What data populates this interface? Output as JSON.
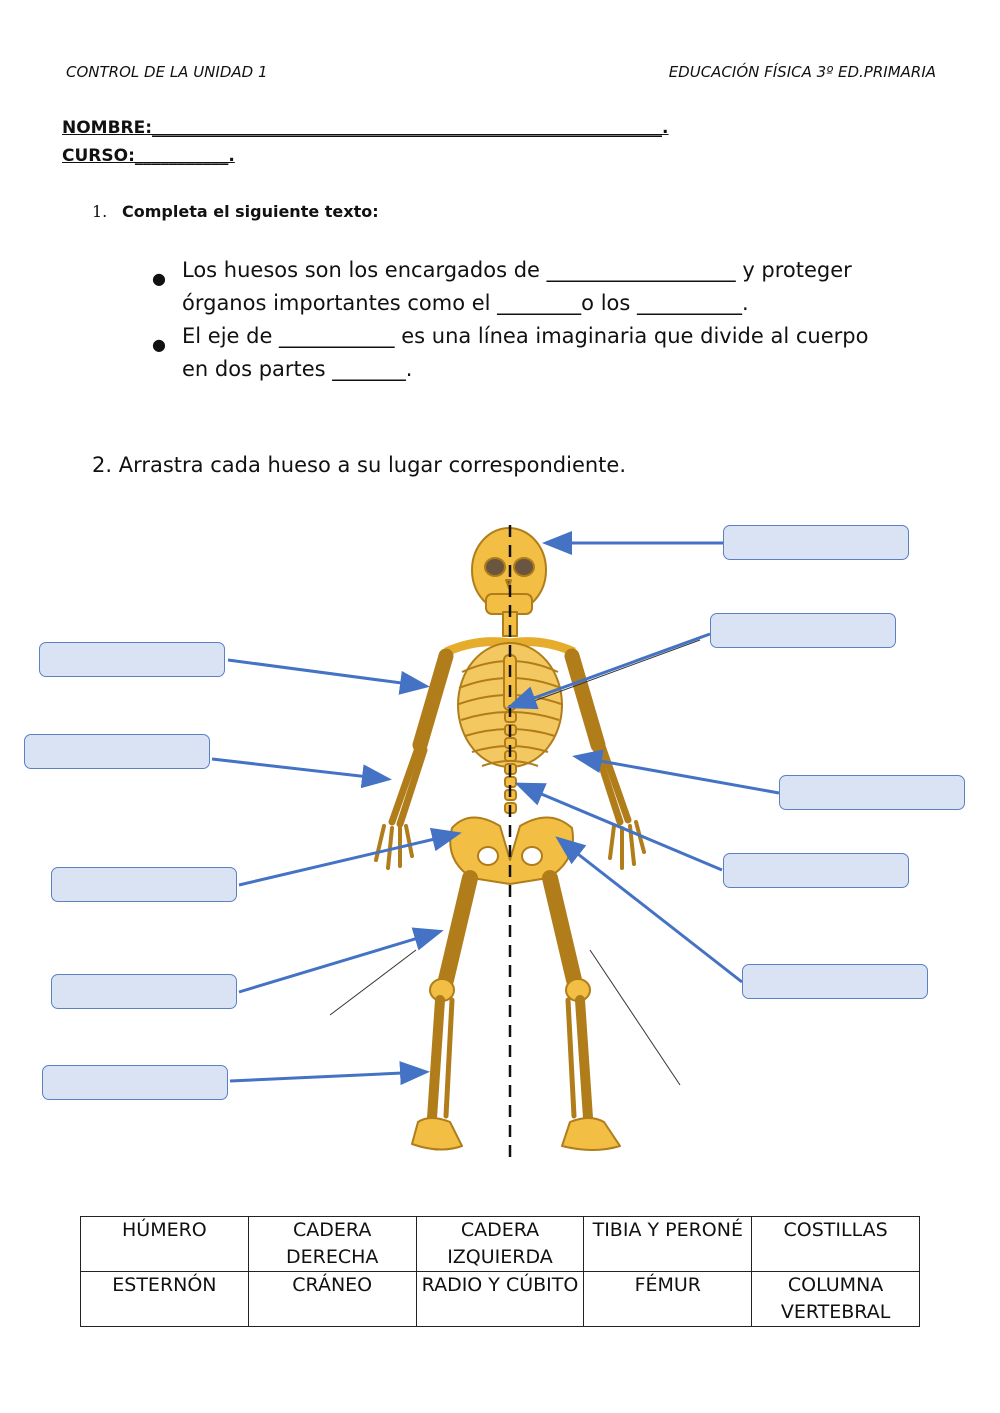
{
  "header": {
    "left": "CONTROL DE LA UNIDAD 1",
    "right": "EDUCACIÓN FÍSICA 3º ED.PRIMARIA"
  },
  "fields": {
    "nombre": "NOMBRE:____________________________________________________________.",
    "curso": "CURSO:___________."
  },
  "q1": {
    "number": "1.",
    "title": "Completa el siguiente texto:",
    "bullets": [
      [
        "Los huesos son los encargados de __________________ y proteger",
        "órganos importantes como el ________o los __________."
      ],
      [
        "El eje de ___________ es una línea imaginaria que divide al cuerpo",
        "en dos partes _______."
      ]
    ]
  },
  "q2": {
    "text": "2. Arrastra cada hueso a su lugar correspondiente."
  },
  "word_bank": [
    [
      "HÚMERO",
      "CADERA DERECHA",
      "CADERA IZQUIERDA",
      "TIBIA Y PERONÉ",
      "COSTILLAS"
    ],
    [
      "ESTERNÓN",
      "CRÁNEO",
      "RADIO Y CÚBITO",
      "FÉMUR",
      "COLUMNA VERTEBRAL"
    ]
  ],
  "colors": {
    "drop_fill": "#dae3f3",
    "drop_border": "#5b80c4",
    "arrow": "#4472c4",
    "bone": "#f2bf44"
  }
}
